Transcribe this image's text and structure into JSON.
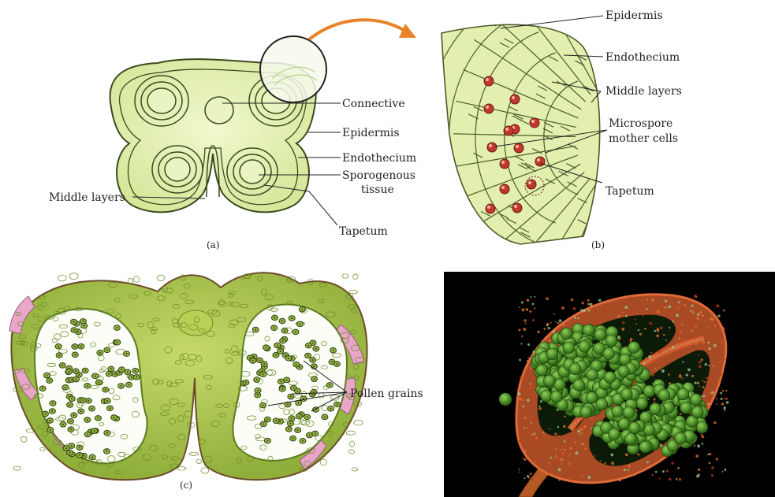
{
  "panel_a": {
    "caption": "(a)",
    "labels": {
      "connective": "Connective",
      "epidermis": "Epidermis",
      "endothecium": "Endothecium",
      "sporogenous_1": "Sporogenous",
      "sporogenous_2": "tissue",
      "middle_layers": "Middle layers",
      "tapetum": "Tapetum"
    }
  },
  "panel_b": {
    "caption": "(b)",
    "labels": {
      "epidermis": "Epidermis",
      "endothecium": "Endothecium",
      "middle_layers": "Middle layers",
      "microspore_1": "Microspore",
      "microspore_2": "mother cells",
      "tapetum": "Tapetum"
    }
  },
  "panel_c": {
    "caption": "(c)",
    "labels": {
      "pollen_grains": "Pollen grains"
    }
  },
  "colors": {
    "tissue_fill": "#e4f0b4",
    "tissue_stroke": "#3a4a1e",
    "arrow": "#e8832a",
    "mother_cell": "#c0392b",
    "pink_epidermis": "#e8a6c8",
    "micrograph_bg": "#000000"
  }
}
